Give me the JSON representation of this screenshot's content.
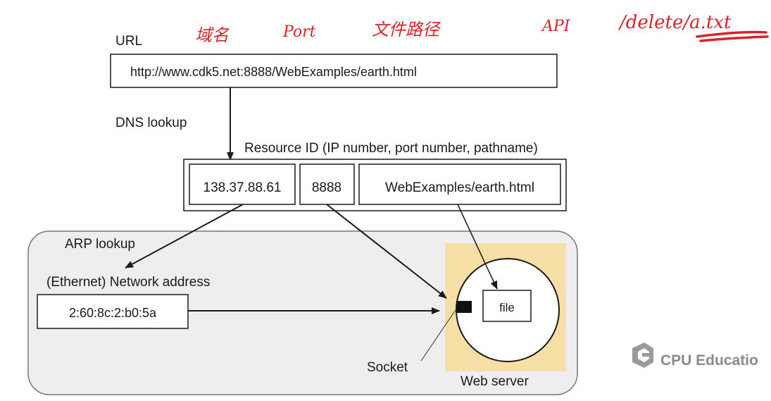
{
  "diagram": {
    "url_label": "URL",
    "url_value": "http://www.cdk5.net:8888/WebExamples/earth.html",
    "dns_label": "DNS lookup",
    "resource_id_label": "Resource ID (IP number, port number, pathname)",
    "ip": "138.37.88.61",
    "port": "8888",
    "path": "WebExamples/earth.html",
    "arp_label": "ARP lookup",
    "network_address_label": "(Ethernet) Network address",
    "mac": "2:60:8c:2:b0:5a",
    "file_label": "file",
    "socket_label": "Socket",
    "web_server_label": "Web server"
  },
  "annotations": {
    "domain": "域名",
    "port": "Port",
    "file_path": "文件路径",
    "api": "API",
    "delete_path": "/delete/a.txt"
  },
  "watermark": {
    "text": "CPU Educatio"
  },
  "colors": {
    "ink": "#1a1a1a",
    "annotation_red": "#d8232a",
    "server_highlight": "#f6dfa4",
    "network_bg": "#eeeeee",
    "watermark_gray": "#8a8a8a"
  }
}
